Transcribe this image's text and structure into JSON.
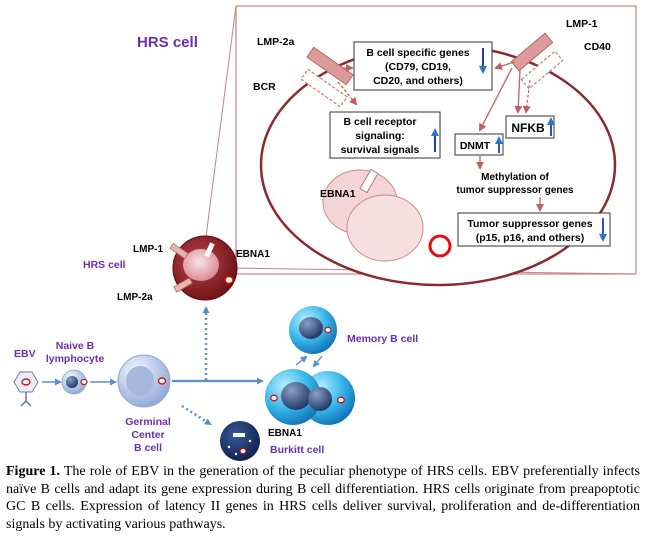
{
  "inset": {
    "title": "HRS cell",
    "lmp2a": "LMP-2a",
    "lmp1": "LMP-1",
    "bcr": "BCR",
    "cd40": "CD40",
    "bcell_genes": [
      "B cell specific genes",
      "(CD79, CD19,",
      "CD20, and others)"
    ],
    "bcr_signaling": [
      "B cell receptor",
      "signaling:",
      "survival signals"
    ],
    "dnmt": "DNMT",
    "nfkb": "NFKB",
    "methylation": [
      "Methylation of",
      "tumor suppressor genes"
    ],
    "ebna1": "EBNA1",
    "tsg": [
      "Tumor suppressor genes",
      "(p15, p16, and others)"
    ]
  },
  "lower": {
    "hrs_cell": "HRS cell",
    "lmp1": "LMP-1",
    "lmp2a": "LMP-2a",
    "ebna1": "EBNA1",
    "ebv": "EBV",
    "naive": [
      "Naive B",
      "lymphocyte"
    ],
    "germinal": [
      "Germinal",
      "Center",
      "B cell"
    ],
    "memory": "Memory B cell",
    "burkitt_ebna1": "EBNA1",
    "burkitt": "Burkitt cell"
  },
  "caption": {
    "label": "Figure 1.",
    "text": " The role of EBV in the generation of the peculiar phenotype of HRS cells. EBV preferentially infects naïve B cells and adapt its gene expression during B cell differentiation. HRS cells  originate from preapoptotic GC B cells. Expression of latency II genes in HRS cells deliver survival,  proliferation and de-differentiation signals by activating various pathways."
  }
}
